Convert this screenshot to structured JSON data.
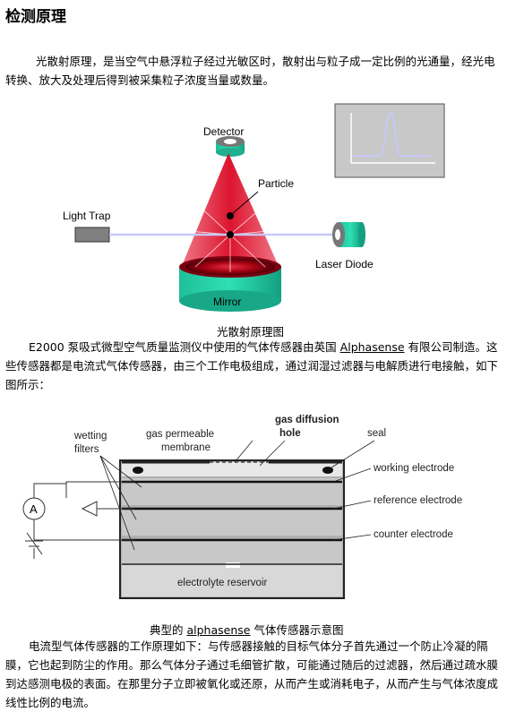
{
  "heading": "检测原理",
  "intro": "光散射原理，是当空气中悬浮粒子经过光敏区时，散射出与粒子成一定比例的光通量，经光电转换、放大及处理后得到被采集粒子浓度当量或数量。",
  "fig1": {
    "detector": "Detector",
    "particle": "Particle",
    "light_trap": "Light Trap",
    "laser_diode": "Laser Diode",
    "mirror": "Mirror",
    "caption": "光散射原理图"
  },
  "para2": {
    "pre": "E2000 泵吸式微型空气质量监测仪中使用的气体传感器由英国 ",
    "brand": "Alphasense",
    "post": " 有限公司制造。这些传感器都是电流式气体传感器，由三个工作电极组成，通过润湿过滤器与电解质进行电接触，如下图所示："
  },
  "fig2": {
    "wetting_filters_1": "wetting",
    "wetting_filters_2": "filters",
    "membrane_1": "gas permeable",
    "membrane_2": "membrane",
    "hole_1": "gas diffusion",
    "hole_2": "hole",
    "seal": "seal",
    "working": "working electrode",
    "reference": "reference electrode",
    "counter": "counter electrode",
    "reservoir": "electrolyte reservoir",
    "ammeter": "A",
    "caption_pre": "典型的 ",
    "caption_brand": "alphasense",
    "caption_post": " 气体传感器示意图"
  },
  "para3": "电流型气体传感器的工作原理如下：与传感器接触的目标气体分子首先通过一个防止冷凝的隔膜，它也起到防尘的作用。那么气体分子通过毛细管扩散，可能通过随后的过滤器，然后通过疏水膜到达感测电极的表面。在那里分子立即被氧化或还原，从而产生或消耗电子，从而产生与气体浓度成线性比例的电流。"
}
